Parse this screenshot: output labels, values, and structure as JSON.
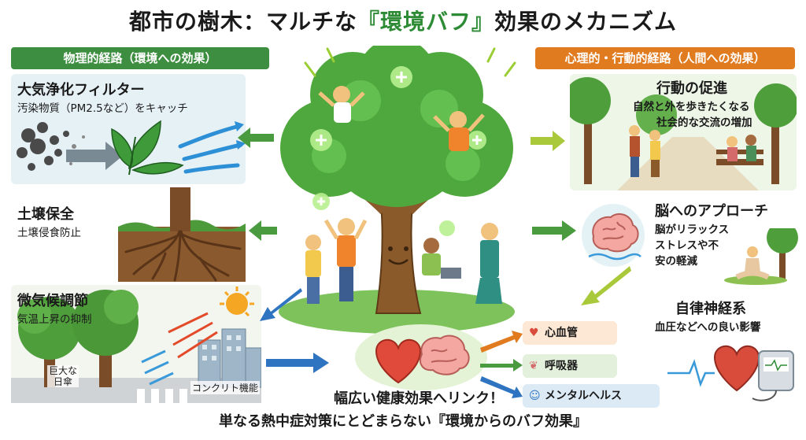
{
  "title": {
    "prefix": "都市の樹木：マルチな",
    "highlight": "『環境バフ』",
    "suffix": "効果のメカニズム"
  },
  "banners": {
    "physical": "物理的経路（環境への効果）",
    "psychological": "心理的・行動的経路（人間への効果）"
  },
  "physical": {
    "air": {
      "title": "大気浄化フィルター",
      "sub": "汚染物質（PM2.5など）をキャッチ"
    },
    "soil": {
      "title": "土壌保全",
      "sub": "土壌侵食防止"
    },
    "micro": {
      "title": "微気候調節",
      "sub": "気温上昇の抑制",
      "umbrella": "巨大な日傘",
      "concrete": "コンクリト機能"
    }
  },
  "psychological": {
    "activity": {
      "title": "行動の促進",
      "sub1": "自然と外を歩きたくなる",
      "sub2": "社会的な交流の増加"
    },
    "brain": {
      "title": "脳へのアプローチ",
      "sub1": "脳がリラックス",
      "sub2": "ストレスや不",
      "sub3": "安の軽減"
    },
    "autonomic": {
      "title": "自律神経系",
      "sub": "血圧などへの良い影響"
    }
  },
  "outcomes": [
    "心血管",
    "呼吸器",
    "メンタルヘルス"
  ],
  "footer": {
    "line1": "幅広い健康効果へリンク！",
    "line2": "単なる熱中症対策にとどまらない『環境からのバフ効果』"
  },
  "colors": {
    "green": "#3e8e41",
    "orange": "#e07b20",
    "arrow": "#4a9a3f",
    "blue_arrow": "#2f74c0"
  }
}
